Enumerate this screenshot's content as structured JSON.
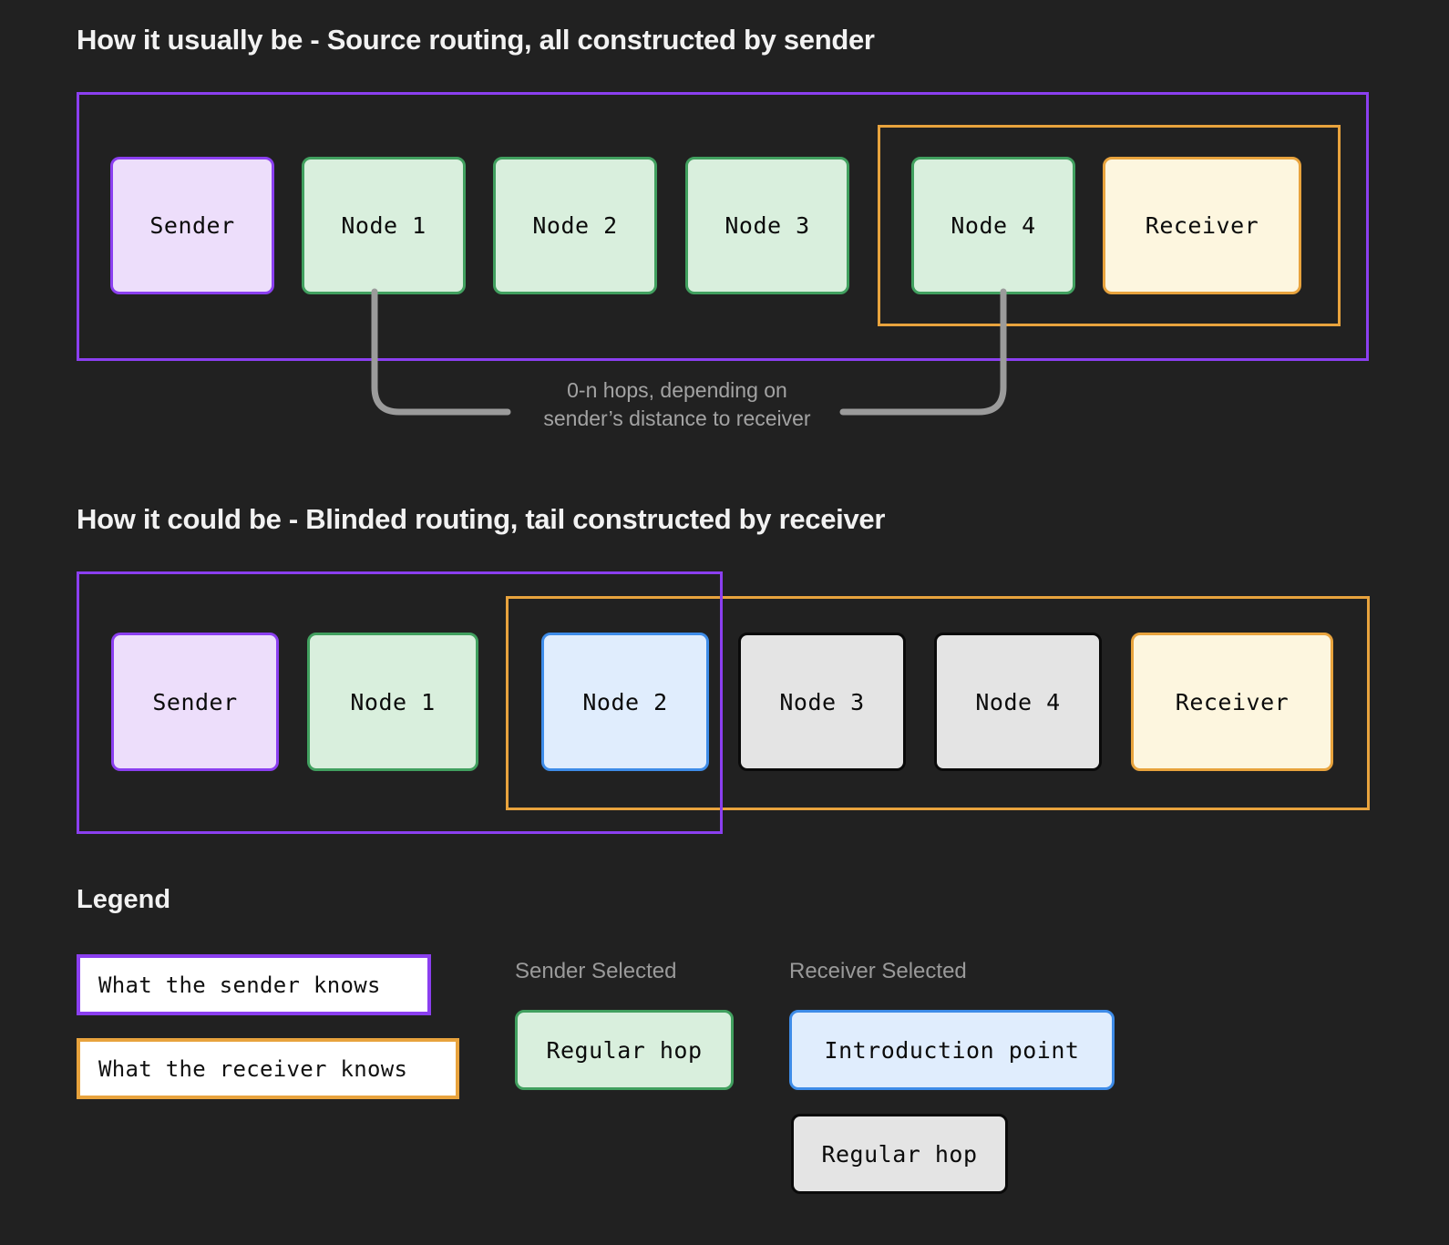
{
  "page": {
    "background_color": "#212121"
  },
  "sections": [
    {
      "title": "How it usually be - Source routing, all constructed by sender",
      "nodes": [
        {
          "label": "Sender",
          "style": "sender"
        },
        {
          "label": "Node 1",
          "style": "green"
        },
        {
          "label": "Node 2",
          "style": "green"
        },
        {
          "label": "Node 3",
          "style": "green"
        },
        {
          "label": "Node 4",
          "style": "green"
        },
        {
          "label": "Receiver",
          "style": "receiver"
        }
      ],
      "annotation_line1": "0-n hops, depending on",
      "annotation_line2": "sender’s distance to receiver"
    },
    {
      "title": "How it could be - Blinded routing, tail constructed by receiver",
      "nodes": [
        {
          "label": "Sender",
          "style": "sender"
        },
        {
          "label": "Node 1",
          "style": "green"
        },
        {
          "label": "Node 2",
          "style": "blue"
        },
        {
          "label": "Node 3",
          "style": "gray"
        },
        {
          "label": "Node 4",
          "style": "gray"
        },
        {
          "label": "Receiver",
          "style": "receiver"
        }
      ]
    }
  ],
  "legend": {
    "title": "Legend",
    "knows": [
      {
        "label": "What the sender knows",
        "border_color": "#8b3ff0"
      },
      {
        "label": "What the receiver knows",
        "border_color": "#e8a33d"
      }
    ],
    "columns": [
      {
        "heading": "Sender Selected",
        "chips": [
          {
            "label": "Regular hop",
            "fill": "#d9efdd",
            "border": "#41a05f"
          }
        ]
      },
      {
        "heading": "Receiver Selected",
        "chips": [
          {
            "label": "Introduction point",
            "fill": "#e0edfd",
            "border": "#3e8ce8"
          },
          {
            "label": "Regular hop",
            "fill": "#e4e4e4",
            "border": "#0a0a0a"
          }
        ]
      }
    ]
  },
  "colors": {
    "sender_frame": "#8b3ff0",
    "receiver_frame": "#e8a33d",
    "regular_hop": "#41a05f",
    "introduction_point": "#3e8ce8",
    "blinded_hop": "#0a0a0a",
    "connector": "#9b9b9b",
    "annotation_text": "#a3a3a3"
  }
}
